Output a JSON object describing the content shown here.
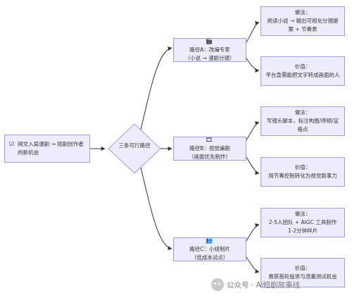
{
  "root": {
    "icon": "checklist-icon",
    "text": "网文入局漫剧 → 短剧创作者的新机会"
  },
  "decision": {
    "label": "三条可行路径"
  },
  "paths": [
    {
      "key": "a",
      "icon": "clapperboard-icon",
      "title": "路径A：改编专家",
      "subtitle": "（小说 → 漫剧分镜）",
      "how": {
        "heading": "做法：",
        "text": "阅读小说 → 输出可视化分镜提案 + 节奏表"
      },
      "value": {
        "heading": "价值：",
        "text": "平台急需能把文字转成画面的人"
      }
    },
    {
      "key": "b",
      "icon": "film-strip-icon",
      "title": "路径B：视觉编剧",
      "subtitle": "（画面优先制作）",
      "how": {
        "heading": "做法：",
        "text": "写镜头脚本，标注构图/停顿/定格点"
      },
      "value": {
        "heading": "价值：",
        "text": "用节奏控制转化为视觉叙事力"
      }
    },
    {
      "key": "c",
      "icon": "team-icon",
      "title": "路径C：小组制片",
      "subtitle": "（低成本试点）",
      "how": {
        "heading": "做法：",
        "text": "2-5人团队 + AIGC 工具制作 1-2分钟样片"
      },
      "value": {
        "heading": "价值：",
        "text": "易获首轮投资与流量测试机会"
      }
    }
  ],
  "watermark": {
    "icon": "wechat-icon",
    "text": "公众号 · Ai短剧故事线"
  },
  "colors": {
    "node_fill": "#ececfd",
    "node_border": "#9f9fe0",
    "edge": "#333333"
  }
}
